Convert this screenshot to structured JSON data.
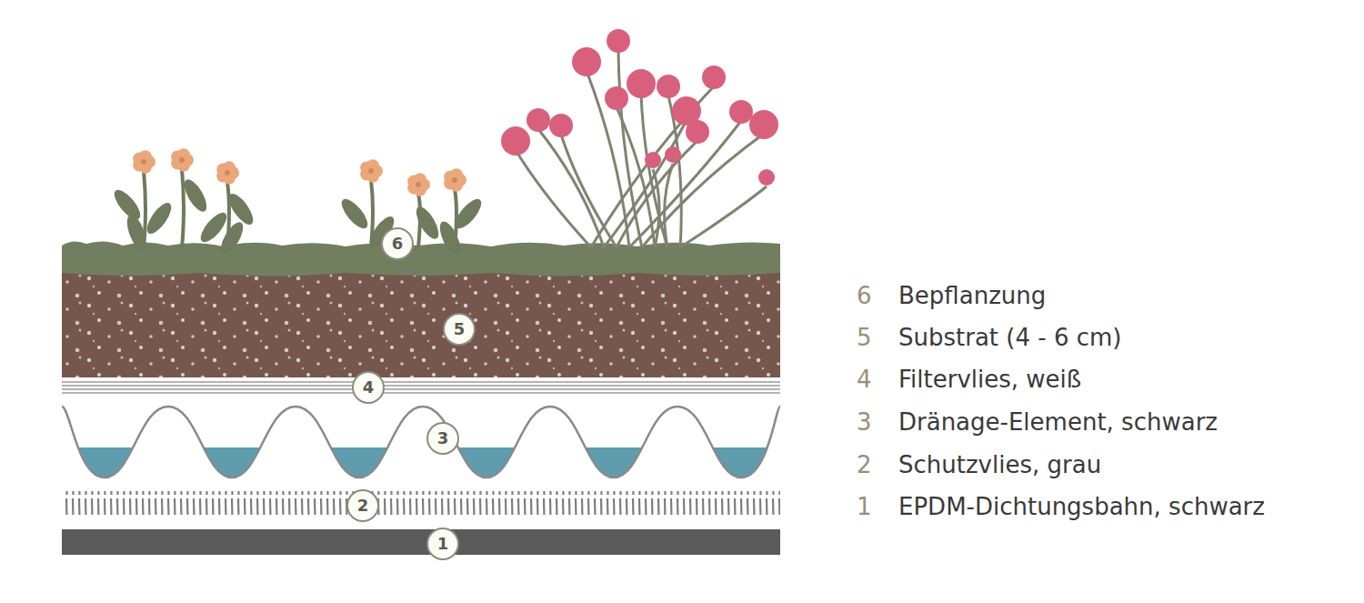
{
  "diagram": {
    "nodes": [
      {
        "text": [
          "6"
        ]
      },
      {
        "text": [
          "5"
        ]
      },
      {
        "text": [
          "4"
        ]
      },
      {
        "text": [
          "3"
        ]
      },
      {
        "text": [
          "2"
        ]
      },
      {
        "text": [
          "1"
        ]
      }
    ],
    "labels": [
      "6",
      "Bepflanzung",
      "5",
      "Substrat (4 - 6 cm)",
      "4",
      "Filtervlies, weiß",
      "3",
      "Dränage-Element, schwarz",
      "2",
      "Schutzvlies, grau",
      "1",
      "EPDM-Dichtungsbahn, schwarz"
    ]
  }
}
